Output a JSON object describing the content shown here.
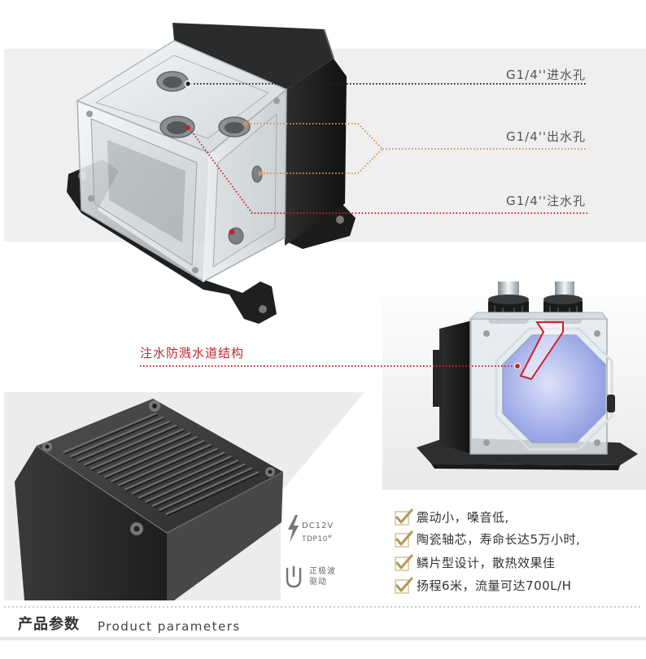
{
  "callouts": {
    "inlet": "G1/4''进水孔",
    "outlet": "G1/4''出水孔",
    "fill_port": "G1/4''注水孔",
    "splash_structure": "注水防溅水道结构"
  },
  "specs": {
    "voltage": "DC12V",
    "tdp": "TDP10",
    "tdp_unit": "w",
    "drive_line1": "正极波",
    "drive_line2": "驱动"
  },
  "features": [
    "震动小，嗓音低,",
    "陶瓷轴芯，寿命长达5万小时,",
    "鳞片型设计，散热效果佳",
    "扬程6米，流量可达700L/H"
  ],
  "section": {
    "title_cn": "产品参数",
    "title_en": "Product parameters"
  },
  "colors": {
    "inlet_line": "#222222",
    "outlet_line": "#c8965f",
    "fill_line": "#c4262e",
    "check": "#b39658",
    "divider": "#bbbbbb"
  },
  "icons": {
    "power": "lightning-icon",
    "drive": "sine-wave-icon",
    "feature_bullet": "checkmark-icon"
  }
}
